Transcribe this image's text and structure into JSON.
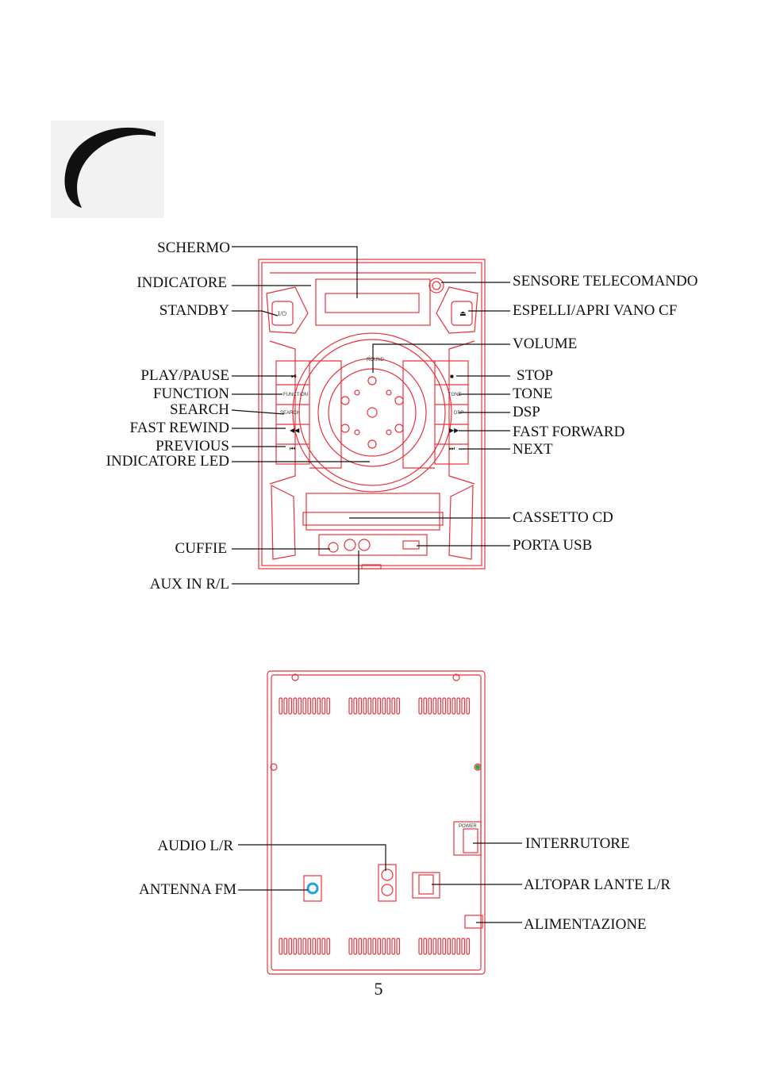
{
  "page_number": "5",
  "front_labels": {
    "left": [
      "SCHERMO",
      "INDICATORE",
      "STANDBY",
      "PLAY/PAUSE",
      "FUNCTION",
      "SEARCH",
      "FAST REWIND",
      "PREVIOUS",
      "INDICATORE LED",
      "CUFFIE",
      "AUX IN R/L"
    ],
    "right": [
      "SENSORE TELECOMANDO",
      "ESPELLI/APRI VANO CF",
      "VOLUME",
      "STOP",
      "TONE",
      "DSP",
      "FAST FORWARD",
      "NEXT",
      "CASSETTO CD",
      "PORTA USB"
    ]
  },
  "back_labels": {
    "left": [
      "AUDIO L/R",
      "ANTENNA FM"
    ],
    "right": [
      "INTERRUTORE",
      "ALTOPAR LANTE L/R",
      "ALIMENTAZIONE"
    ]
  },
  "device_text": {
    "round": "ROUND",
    "function": "FUNCTION",
    "search": "SEARCH",
    "tone": "TONE",
    "dsp": "DSP",
    "power": "POWER"
  },
  "colors": {
    "line": "#e8323c",
    "leader": "#111111"
  }
}
